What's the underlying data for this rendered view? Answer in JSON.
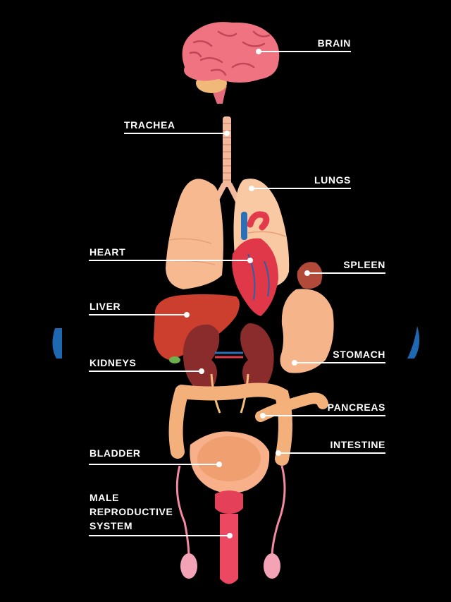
{
  "diagram": {
    "background_color": "#000000",
    "line_color": "#ffffff",
    "labels": {
      "brain": "BRAIN",
      "trachea": "TRACHEA",
      "lungs": "LUNGS",
      "heart": "HEART",
      "spleen": "SPLEEN",
      "liver": "LIVER",
      "kidneys": "KIDNEYS",
      "stomach": "STOMACH",
      "pancreas": "PANCREAS",
      "intestine": "INTESTINE",
      "bladder": "BLADDER",
      "reproductive_line1": "MALE",
      "reproductive_line2": "REPRODUCTIVE",
      "reproductive_line3": "SYSTEM"
    }
  }
}
